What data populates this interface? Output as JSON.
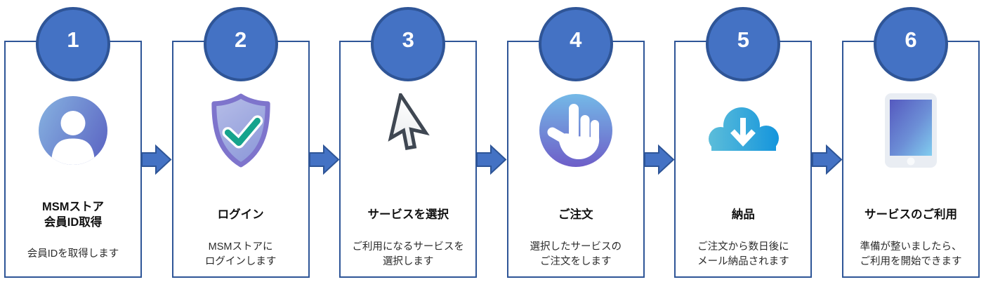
{
  "flow": {
    "steps": [
      {
        "number": "1",
        "title": "MSMストア\n会員ID取得",
        "description": "会員IDを取得します",
        "icon": "user-icon"
      },
      {
        "number": "2",
        "title": "ログイン",
        "description": "MSMストアに\nログインします",
        "icon": "shield-check-icon"
      },
      {
        "number": "3",
        "title": "サービスを選択",
        "description": "ご利用になるサービスを\n選択します",
        "icon": "cursor-arrow-icon"
      },
      {
        "number": "4",
        "title": "ご注文",
        "description": "選択したサービスの\nご注文をします",
        "icon": "tap-hand-icon"
      },
      {
        "number": "5",
        "title": "納品",
        "description": "ご注文から数日後に\nメール納品されます",
        "icon": "cloud-download-icon"
      },
      {
        "number": "6",
        "title": "サービスのご利用",
        "description": "準備が整いましたら、\nご利用を開始できます",
        "icon": "tablet-icon"
      }
    ],
    "colors": {
      "badge_fill": "#4472c4",
      "badge_border": "#2f5597",
      "box_border": "#2e5597",
      "arrow_fill": "#4472c4",
      "arrow_border": "#2e5597",
      "check_teal": "#16a38c",
      "shield_border": "#7e74cc",
      "cloud_blue": "#0f92dc"
    }
  }
}
